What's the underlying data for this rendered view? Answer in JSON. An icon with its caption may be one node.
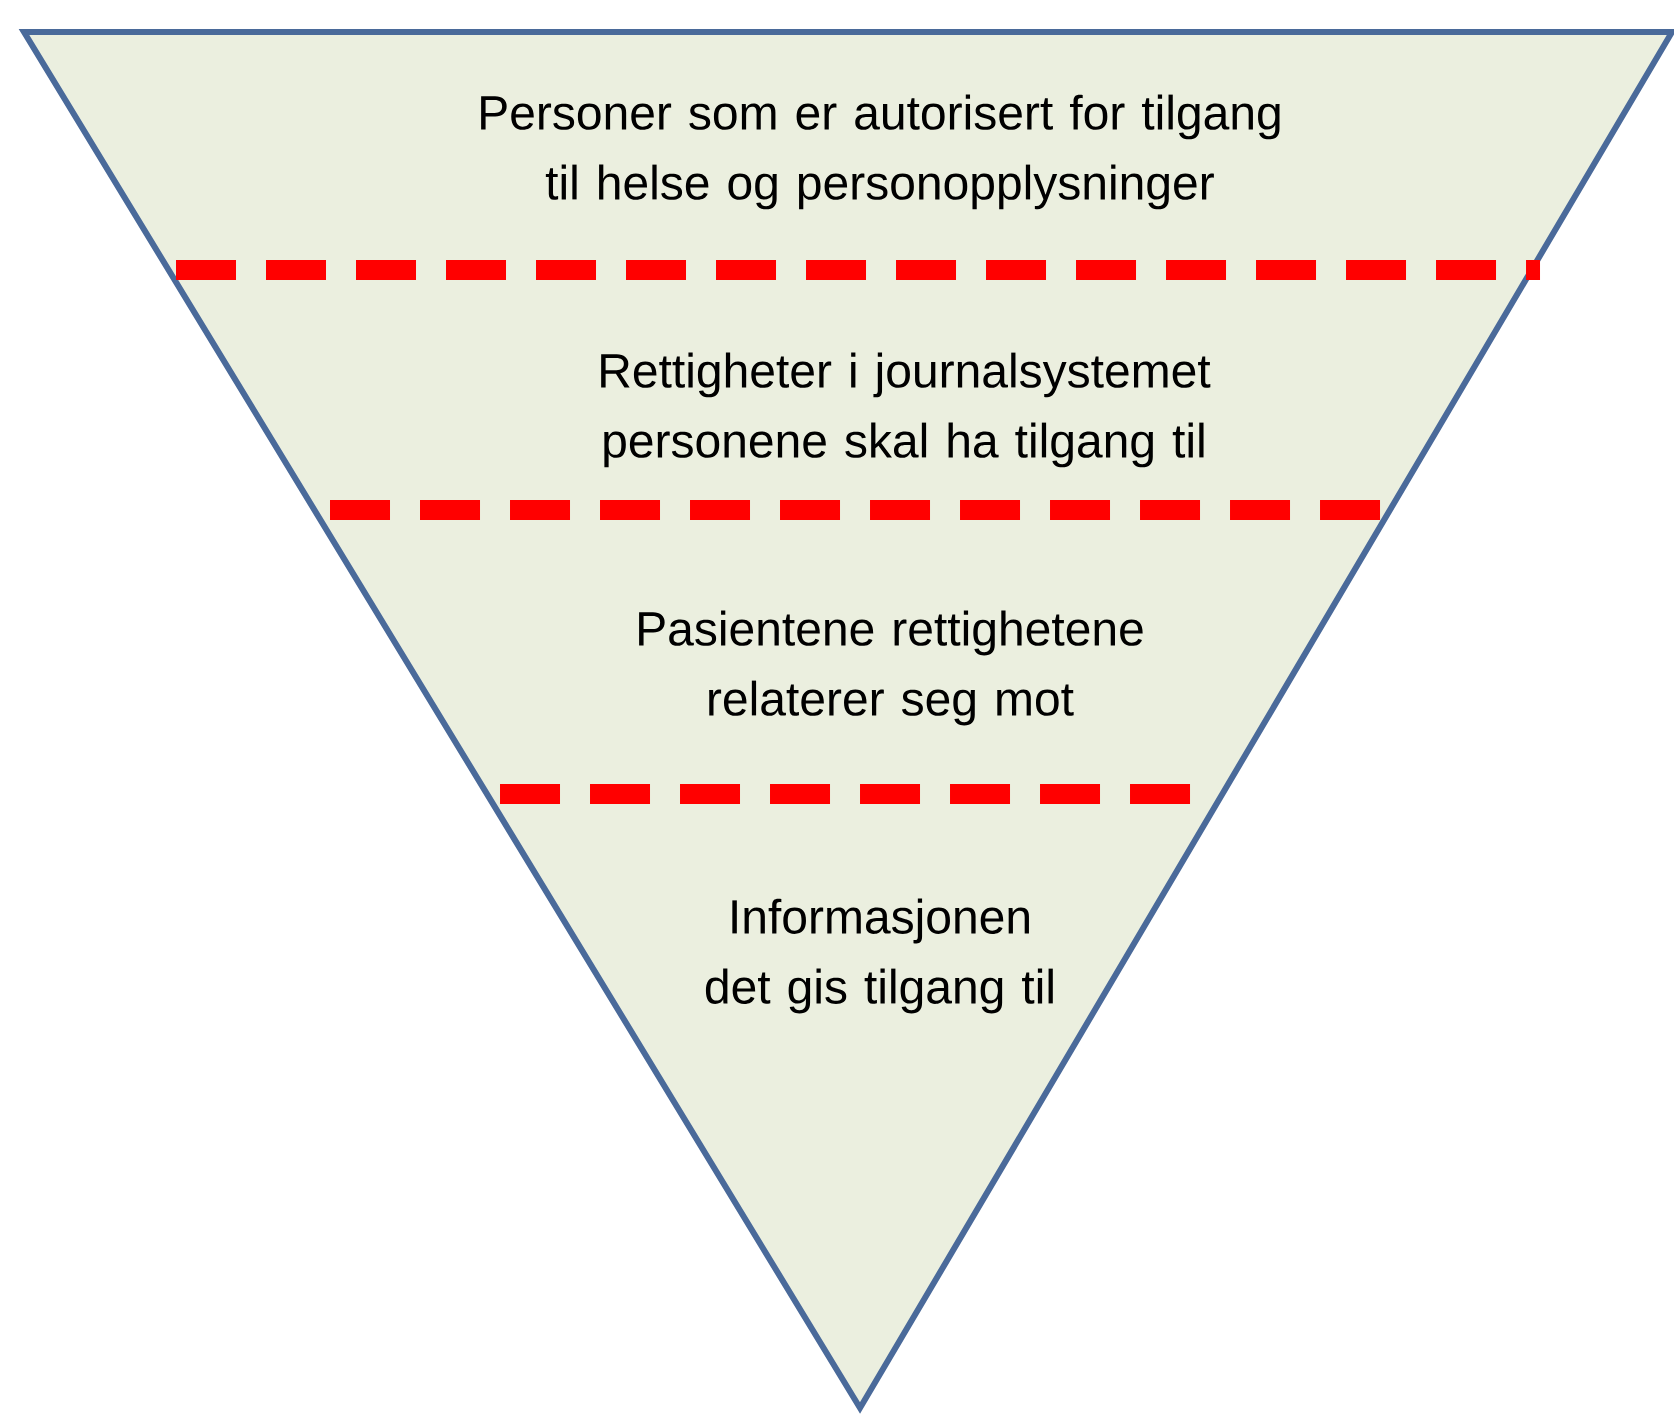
{
  "diagram": {
    "nodes": [
      {
        "text": [
          "Personer som er autorisert for tilgang til helse og personopplysninger",
          "Rettigheter i journalsystemet personene skal ha tilgang til",
          "Pasientene rettighetene relaterer seg mot",
          "Informasjonen det gis tilgang til"
        ]
      }
    ]
  }
}
